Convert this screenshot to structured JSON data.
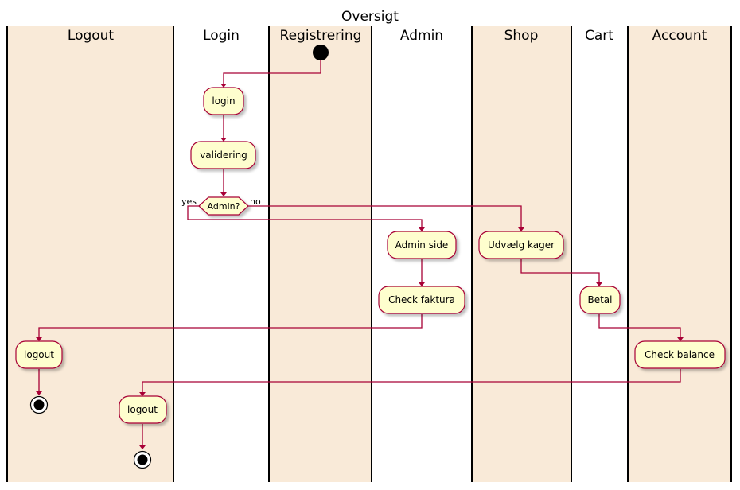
{
  "title": "Oversigt",
  "colors": {
    "lane_shaded": "#f9ead8",
    "lane_plain": "#ffffff",
    "node_fill": "#fefece",
    "edge": "#a80036",
    "divider": "#000000"
  },
  "lanes": [
    {
      "label": "Logout",
      "shaded": true
    },
    {
      "label": "Login",
      "shaded": false
    },
    {
      "label": "Registrering",
      "shaded": true
    },
    {
      "label": "Admin",
      "shaded": false
    },
    {
      "label": "Shop",
      "shaded": true
    },
    {
      "label": "Cart",
      "shaded": false
    },
    {
      "label": "Account",
      "shaded": true
    }
  ],
  "nodes": {
    "login": "login",
    "validering": "validering",
    "admin_decision": "Admin?",
    "yes_branch": "yes",
    "no_branch": "no",
    "admin_side": "Admin side",
    "check_faktura": "Check faktura",
    "udvaelg_kager": "Udvælg kager",
    "betal": "Betal",
    "check_balance": "Check balance",
    "logout_admin": "logout",
    "logout_user": "logout"
  }
}
